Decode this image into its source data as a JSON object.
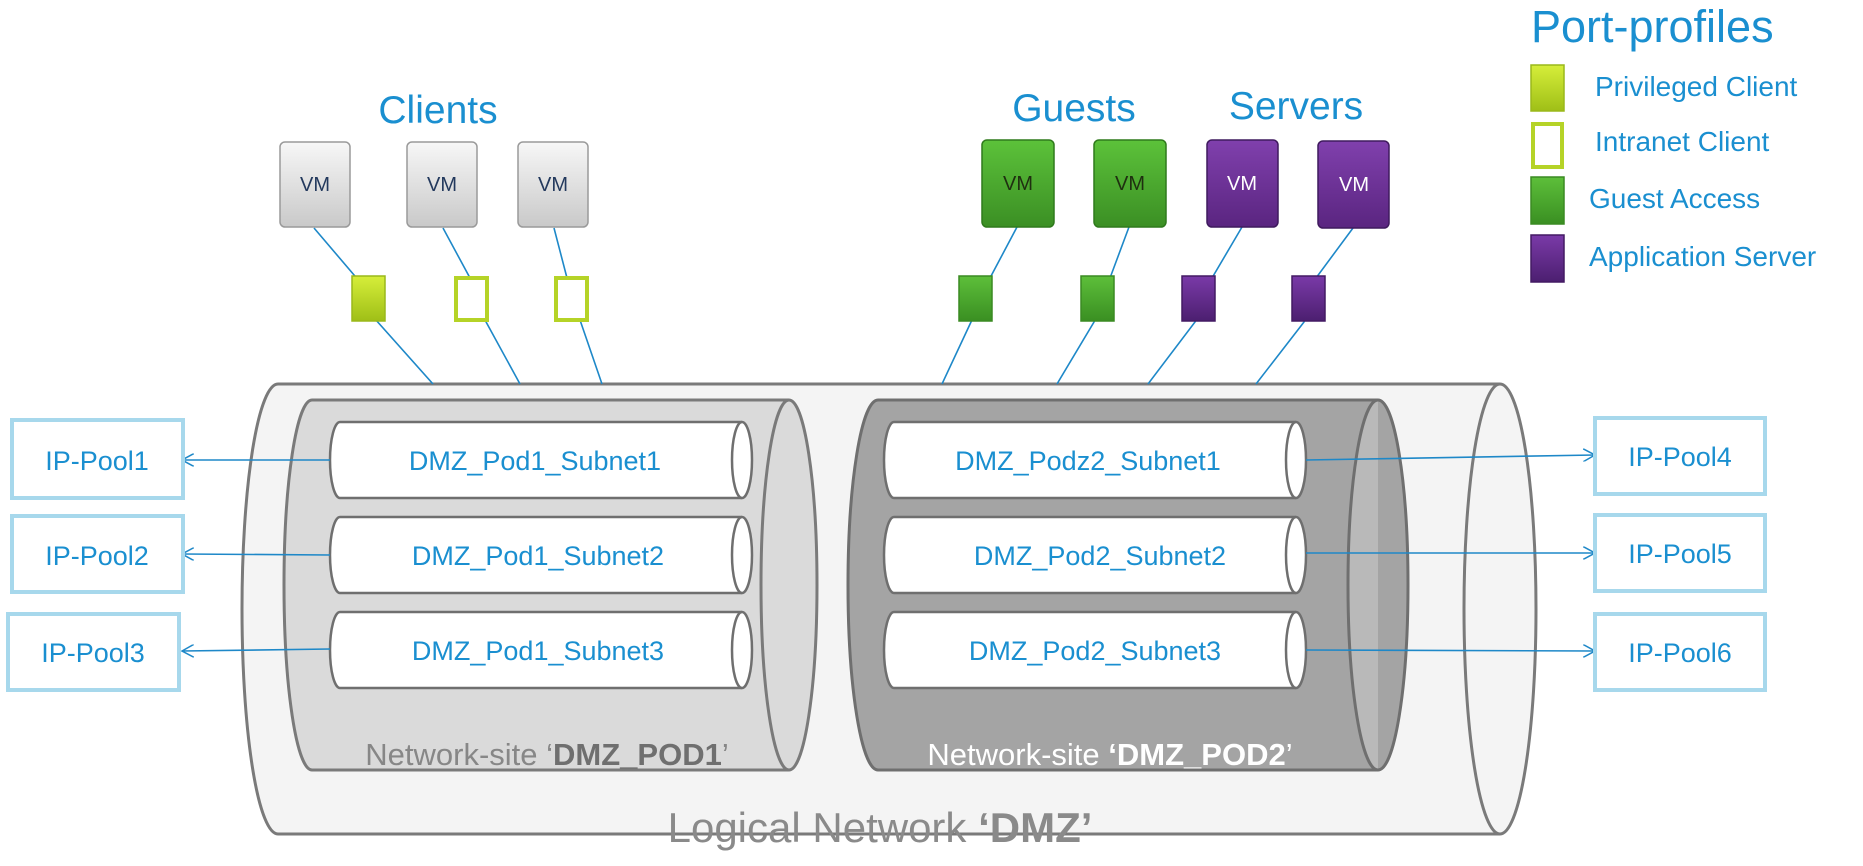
{
  "legend": {
    "title": "Port-profiles",
    "items": [
      {
        "label": "Privileged Client",
        "style": "filled",
        "color": "#b5d327"
      },
      {
        "label": "Intranet Client",
        "style": "outline",
        "color": "#b5d327"
      },
      {
        "label": "Guest Access",
        "style": "filled",
        "color": "#4aa92e"
      },
      {
        "label": "Application Server",
        "style": "filled",
        "color": "#5e2a84"
      }
    ]
  },
  "groups": {
    "clients": "Clients",
    "guests": "Guests",
    "servers": "Servers"
  },
  "vm_label": "VM",
  "vms": [
    {
      "group": "clients",
      "label": "VM",
      "color": "#d4d4d4",
      "port": "privileged-client"
    },
    {
      "group": "clients",
      "label": "VM",
      "color": "#d4d4d4",
      "port": "intranet-client"
    },
    {
      "group": "clients",
      "label": "VM",
      "color": "#d4d4d4",
      "port": "intranet-client"
    },
    {
      "group": "guests",
      "label": "VM",
      "color": "#4aa92e",
      "port": "guest-access"
    },
    {
      "group": "guests",
      "label": "VM",
      "color": "#4aa92e",
      "port": "guest-access"
    },
    {
      "group": "servers",
      "label": "VM",
      "color": "#6a2f94",
      "port": "application-server"
    },
    {
      "group": "servers",
      "label": "VM",
      "color": "#6a2f94",
      "port": "application-server"
    }
  ],
  "logical_network": {
    "prefix": "Logical Network ",
    "name": "‘DMZ’"
  },
  "sites": [
    {
      "prefix": "Network-site ‘",
      "name": "DMZ_POD1",
      "suffix": "’",
      "subnets": [
        "DMZ_Pod1_Subnet1",
        "DMZ_Pod1_Subnet2",
        "DMZ_Pod1_Subnet3"
      ]
    },
    {
      "prefix": "Network-site ",
      "name": "‘DMZ_POD2",
      "suffix": "’",
      "subnets": [
        "DMZ_Podz2_Subnet1",
        "DMZ_Pod2_Subnet2",
        "DMZ_Pod2_Subnet3"
      ]
    }
  ],
  "pools_left": [
    "IP-Pool1",
    "IP-Pool2",
    "IP-Pool3"
  ],
  "pools_right": [
    "IP-Pool4",
    "IP-Pool5",
    "IP-Pool6"
  ],
  "colors": {
    "accent_text": "#1a8fd0",
    "line": "#1e88c8",
    "pool_border": "#a7d8ec",
    "outer_cylinder": "#f4f4f4",
    "pod1_fill": "#dadada",
    "pod2_fill": "#a4a4a4",
    "cylinder_stroke": "#7a7a7a"
  }
}
